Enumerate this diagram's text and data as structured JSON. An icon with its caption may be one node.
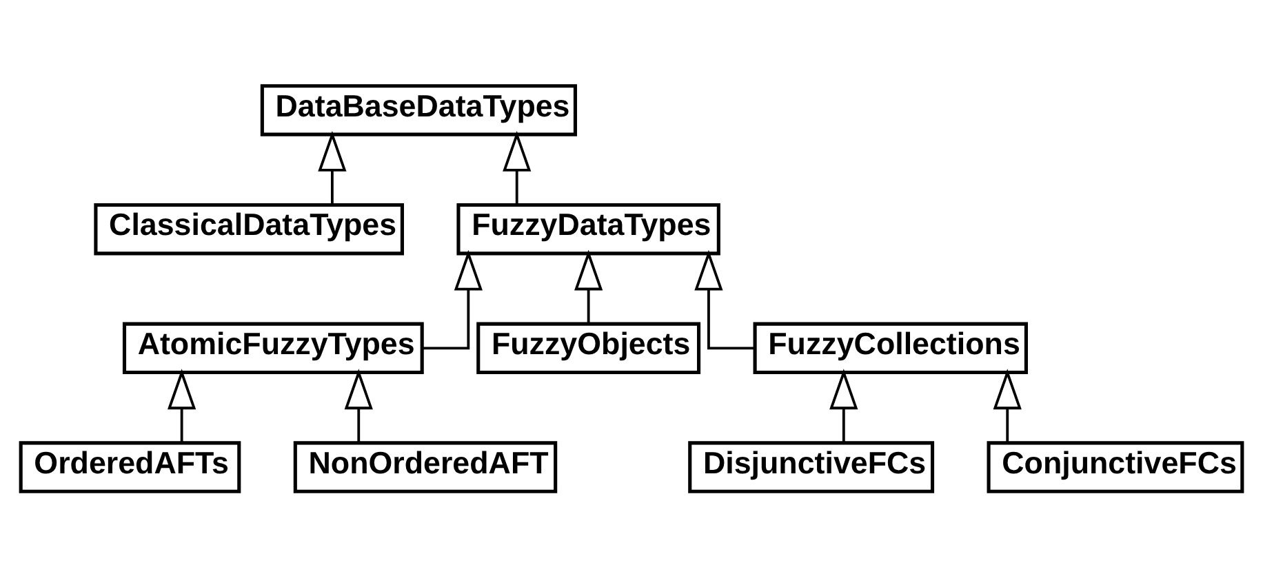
{
  "diagram": {
    "nodes": [
      {
        "text": [
          "DataBaseDataTypes"
        ]
      },
      {
        "text": [
          "ClassicalDataTypes"
        ]
      },
      {
        "text": [
          "FuzzyDataTypes"
        ]
      },
      {
        "text": [
          "AtomicFuzzyTypes"
        ]
      },
      {
        "text": [
          "FuzzyObjects"
        ]
      },
      {
        "text": [
          "FuzzyCollections"
        ]
      },
      {
        "text": [
          "OrderedAFTs"
        ]
      },
      {
        "text": [
          "NonOrderedAFT"
        ]
      },
      {
        "text": [
          "DisjunctiveFCs"
        ]
      },
      {
        "text": [
          "ConjunctiveFCs"
        ]
      }
    ],
    "edges": [
      {
        "from": 1,
        "to": 0,
        "arrow": "to"
      },
      {
        "from": 2,
        "to": 0,
        "arrow": "to"
      },
      {
        "from": 3,
        "to": 2,
        "arrow": "to"
      },
      {
        "from": 4,
        "to": 2,
        "arrow": "to"
      },
      {
        "from": 5,
        "to": 2,
        "arrow": "to"
      },
      {
        "from": 6,
        "to": 3,
        "arrow": "to"
      },
      {
        "from": 7,
        "to": 3,
        "arrow": "to"
      },
      {
        "from": 8,
        "to": 5,
        "arrow": "to"
      },
      {
        "from": 9,
        "to": 5,
        "arrow": "to"
      }
    ]
  }
}
